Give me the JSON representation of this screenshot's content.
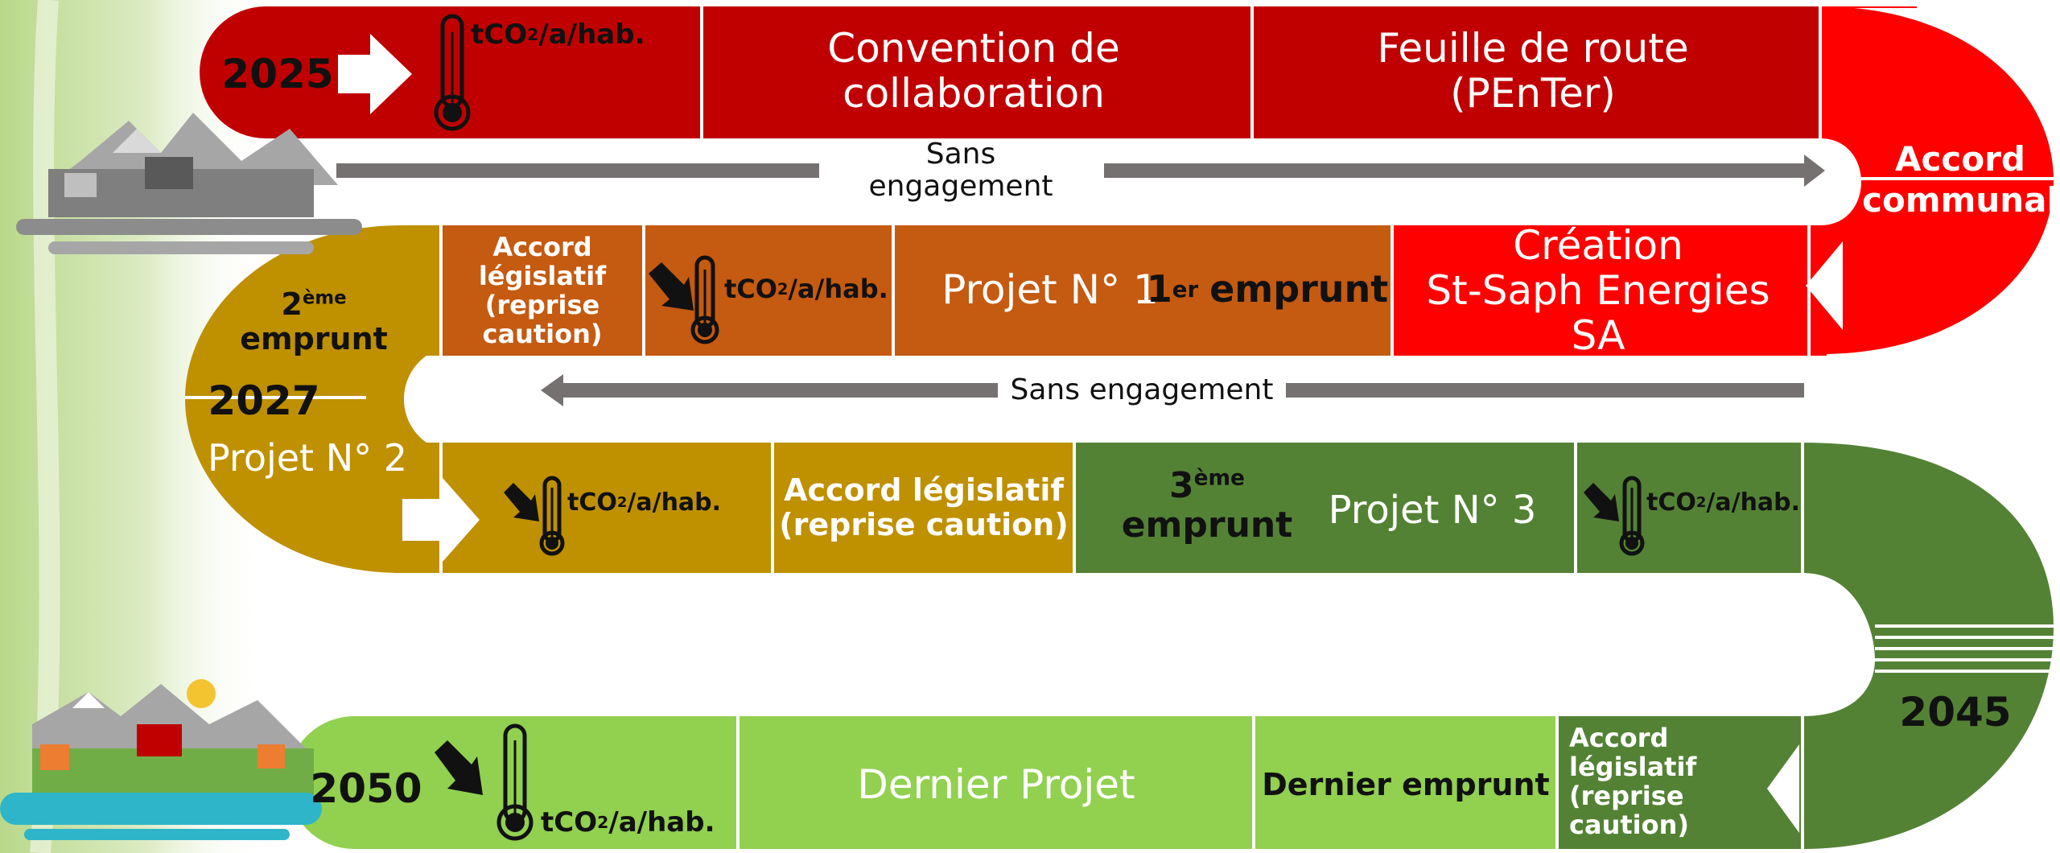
{
  "years": {
    "y2025": "2025",
    "y2027": "2027",
    "y2045": "2045",
    "y2050": "2050"
  },
  "co2_unit": {
    "prefix": "tCO",
    "sub": "2",
    "suffix": "/a/hab."
  },
  "arrows_text": {
    "sans_engagement": "Sans engagement"
  },
  "row1": {
    "convention_line1": "Convention de",
    "convention_line2": "collaboration",
    "feuille_line1": "Feuille de route",
    "feuille_line2": "(PEnTer)",
    "accord_communal_line1": "Accord",
    "accord_communal_line2": "communal"
  },
  "row2": {
    "creation_line1": "Création",
    "creation_line2": "St-Saph Energies  SA",
    "projet1": "Projet N° 1",
    "emprunt1_num": "1",
    "emprunt1_sup": "er",
    "emprunt1_word": "emprunt",
    "accord_leg_l1": "Accord",
    "accord_leg_l2": "législatif",
    "accord_leg_l3": "(reprise",
    "accord_leg_l4": "caution)",
    "emprunt2_num": "2",
    "emprunt2_sup": "ème",
    "emprunt2_word": "emprunt",
    "projet2": "Projet N° 2"
  },
  "row3": {
    "accord_leg_l1": "Accord législatif",
    "accord_leg_l2": "(reprise caution)",
    "emprunt3_num": "3",
    "emprunt3_sup": "ème",
    "emprunt3_word": "emprunt",
    "projet3": "Projet N° 3"
  },
  "row4": {
    "dernier_projet": "Dernier Projet",
    "dernier_emprunt": "Dernier emprunt",
    "accord_leg_l1": "Accord législatif",
    "accord_leg_l2": "(reprise",
    "accord_leg_l3": "caution)"
  },
  "colors": {
    "dark_red": "#c00000",
    "bright_red": "#ff0000",
    "orange": "#c55a11",
    "ochre": "#bf9000",
    "dark_green": "#548235",
    "light_green": "#92d050",
    "grey_arrow": "#767171"
  }
}
